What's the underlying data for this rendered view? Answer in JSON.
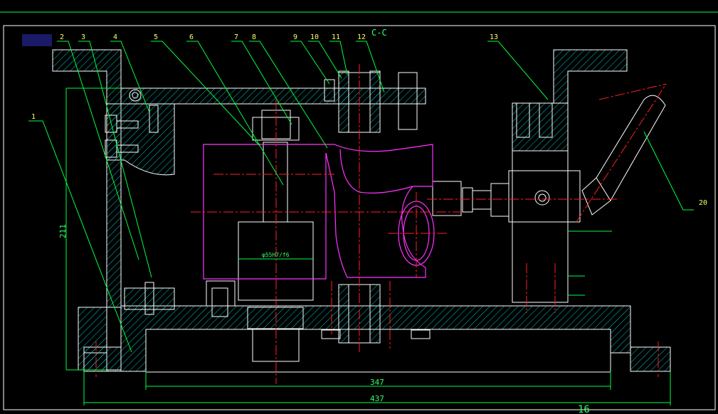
{
  "drawing": {
    "section_label": "C-C",
    "part_numbers": [
      "1",
      "2",
      "3",
      "4",
      "5",
      "6",
      "7",
      "8",
      "9",
      "10",
      "11",
      "12",
      "13",
      "20"
    ],
    "dimensions": {
      "height": "211",
      "inner_width": "347",
      "overall_width": "437",
      "fit": "φ55H7/f6"
    },
    "sheet_number": "16"
  },
  "colors": {
    "background": "#000000",
    "outline": "#ffffff",
    "hatch": "#00c8c8",
    "center_line": "#ff2020",
    "part_outline": "#ff33ff",
    "dimension": "#00ff40",
    "leader": "#00ff40",
    "label": "#ffff66",
    "tag": "#1a1a66"
  }
}
